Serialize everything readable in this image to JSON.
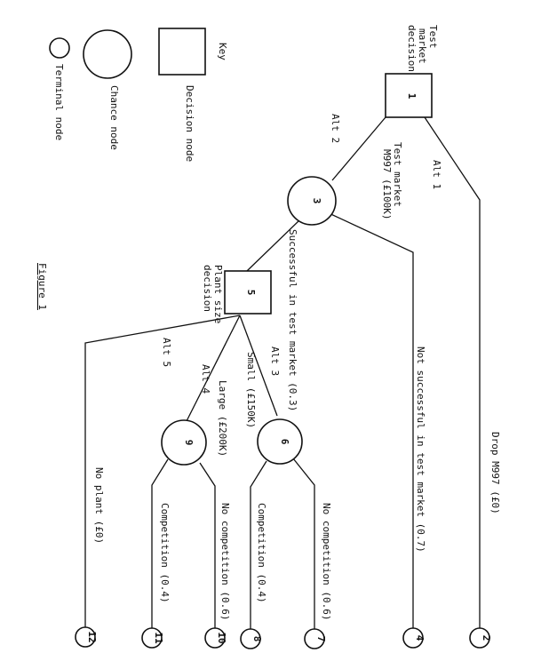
{
  "key": {
    "title": "Key",
    "decision_node": "Decision node",
    "chance_node": "Chance node",
    "terminal_node": "Terminal node"
  },
  "figure_caption": "Figure 1",
  "nodes": {
    "n1": {
      "number": "1",
      "caption": [
        "Test",
        "market",
        "decision"
      ]
    },
    "n3": {
      "number": "3"
    },
    "n5": {
      "number": "5",
      "caption": [
        "Plant size",
        "decision"
      ]
    },
    "n6": {
      "number": "6"
    },
    "n9": {
      "number": "9"
    },
    "t2": {
      "number": "2"
    },
    "t4": {
      "number": "4"
    },
    "t7": {
      "number": "7"
    },
    "t8": {
      "number": "8"
    },
    "t10": {
      "number": "10"
    },
    "t11": {
      "number": "11"
    },
    "t12": {
      "number": "12"
    }
  },
  "edges": {
    "alt1": "Alt 1",
    "alt2": "Alt 2",
    "test_market": [
      "Test market",
      "M997 (£100K)"
    ],
    "drop": "Drop M997 (£0)",
    "successful": "Successful in test market (0.3)",
    "not_successful": "Not successful in test market (0.7)",
    "alt3": "Alt 3",
    "small": "Small (£150K)",
    "alt4": "Alt 4",
    "large": "Large (£200K)",
    "alt5": "Alt 5",
    "no_plant": "No plant (£0)",
    "no_comp_6": "No competition (0.6)",
    "comp_4_a": "Competition (0.4)",
    "no_comp_6_b": "No competition (0.6)",
    "comp_4_b": "Competition (0.4)"
  }
}
